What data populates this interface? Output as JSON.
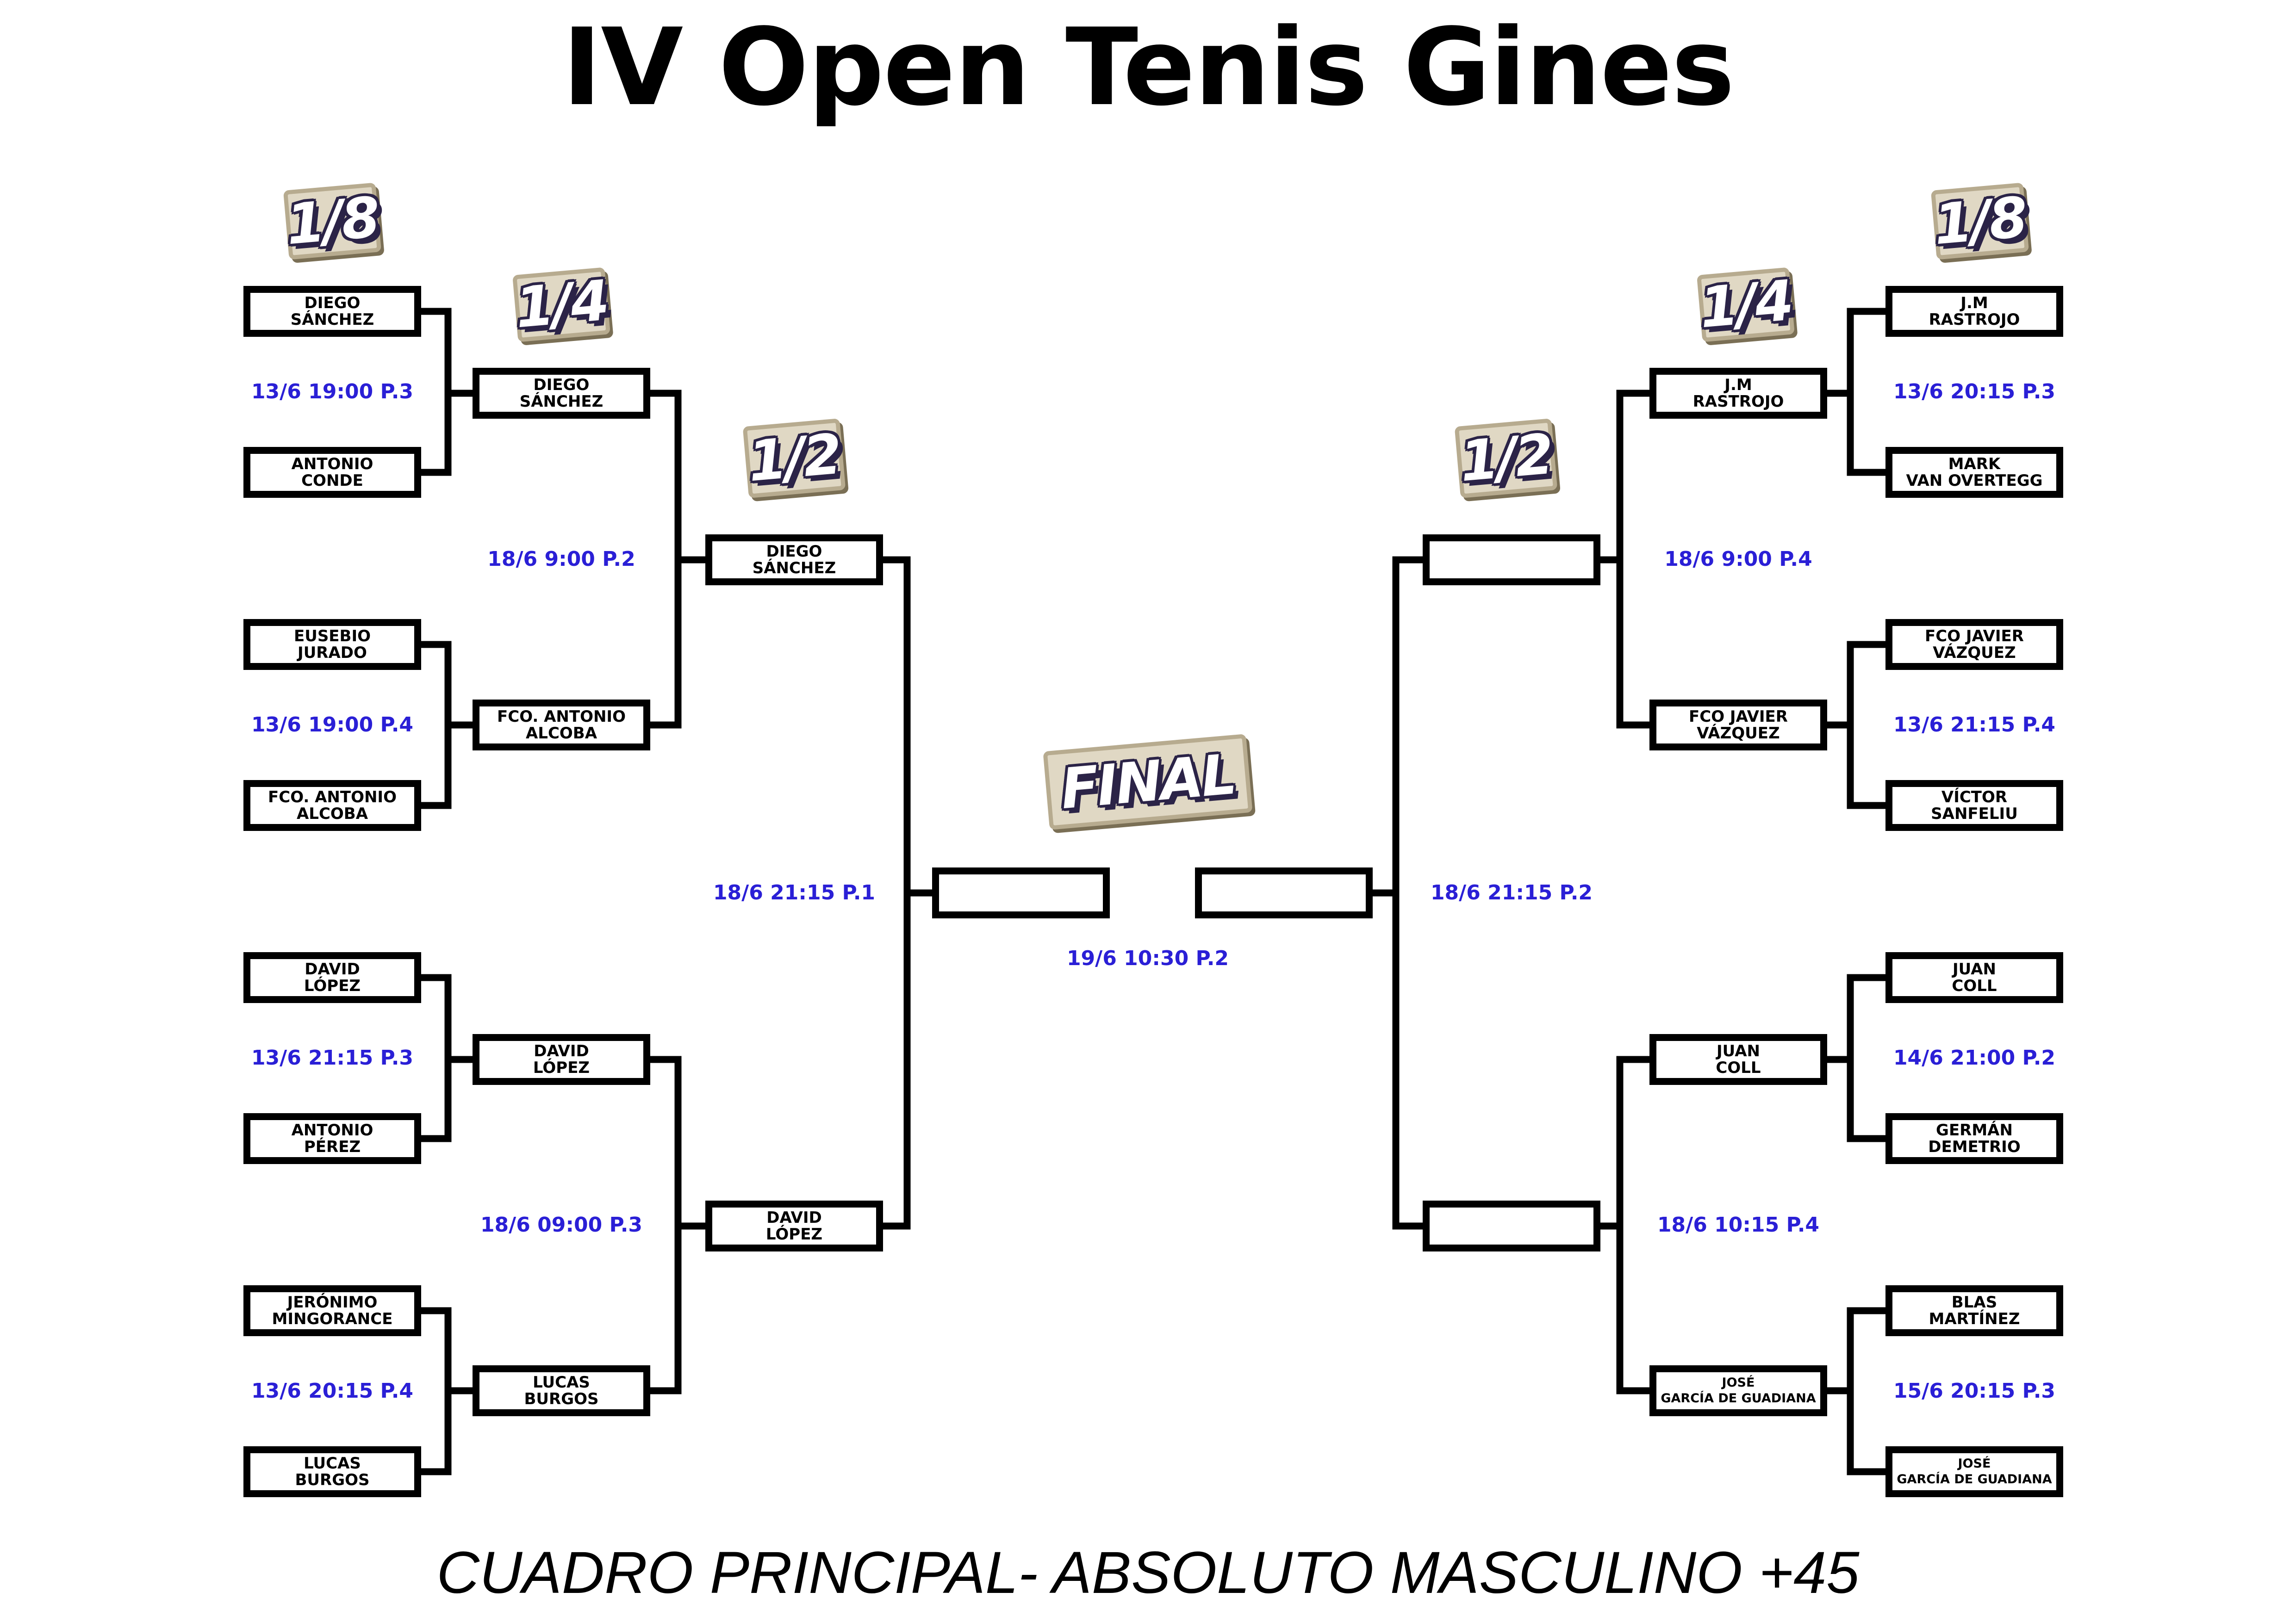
{
  "title": "IV Open Tenis Gines",
  "subtitle": "CUADRO PRINCIPAL- ABSOLUTO MASCULINO +45",
  "colors": {
    "schedule": "#2a1fd6",
    "lines": "#000000",
    "badge_fill": "#e0d8c4",
    "badge_ink": "#2b2347"
  },
  "rounds": {
    "r16": "1/8",
    "qf": "1/4",
    "sf": "1/2",
    "final": "FINAL"
  },
  "left": {
    "r16": [
      "DIEGO\nSÁNCHEZ",
      "ANTONIO\nCONDE",
      "EUSEBIO\nJURADO",
      "FCO. ANTONIO\nALCOBA",
      "DAVID\nLÓPEZ",
      "ANTONIO\nPÉREZ",
      "JERÓNIMO\nMINGORANCE",
      "LUCAS\nBURGOS"
    ],
    "qf": [
      "DIEGO\nSÁNCHEZ",
      "FCO. ANTONIO\nALCOBA",
      "DAVID\nLÓPEZ",
      "LUCAS\nBURGOS"
    ],
    "sf": [
      "DIEGO\nSÁNCHEZ",
      "DAVID\nLÓPEZ"
    ],
    "final": "",
    "r16_schedule": [
      "13/6 19:00 P.3",
      "13/6 19:00 P.4",
      "13/6 21:15 P.3",
      "13/6 20:15 P.4"
    ],
    "qf_schedule": [
      "18/6 9:00 P.2",
      "18/6 09:00 P.3"
    ],
    "sf_schedule": "18/6 21:15 P.1"
  },
  "right": {
    "r16": [
      "J.M\nRASTROJO",
      "MARK\nVAN OVERTEGG",
      "FCO JAVIER\nVÁZQUEZ",
      "VÍCTOR\nSANFELIU",
      "JUAN\nCOLL",
      "GERMÁN\nDEMETRIO",
      "BLAS\nMARTÍNEZ",
      "JOSÉ\nGARCÍA DE GUADIANA"
    ],
    "qf": [
      "J.M\nRASTROJO",
      "FCO JAVIER\nVÁZQUEZ",
      "JUAN\nCOLL",
      "JOSÉ\nGARCÍA DE GUADIANA"
    ],
    "sf": [
      "",
      ""
    ],
    "final": "",
    "r16_schedule": [
      "13/6 20:15 P.3",
      "13/6 21:15 P.4",
      "14/6 21:00 P.2",
      "15/6 20:15 P.3"
    ],
    "qf_schedule": [
      "18/6 9:00 P.4",
      "18/6 10:15 P.4"
    ],
    "sf_schedule": "18/6 21:15 P.2"
  },
  "final_schedule": "19/6 10:30 P.2"
}
